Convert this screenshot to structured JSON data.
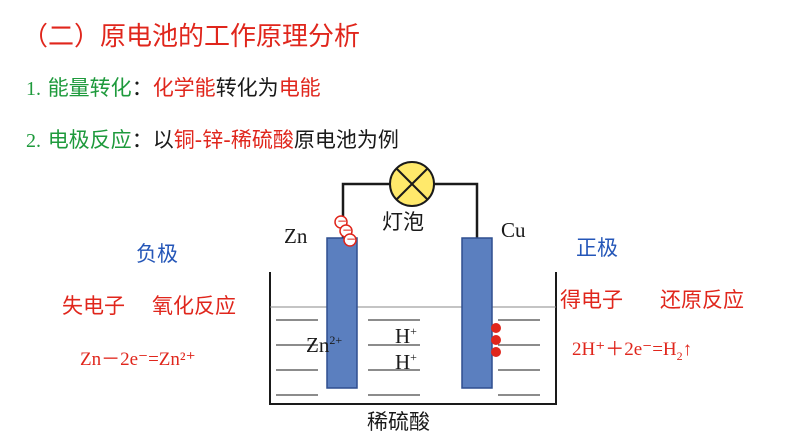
{
  "title": "（二）原电池的工作原理分析",
  "item1": {
    "number": "1.",
    "label": "能量转化",
    "colon": "：",
    "from": "化学能",
    "middle": "转化为",
    "to": "电能"
  },
  "item2": {
    "number": "2.",
    "label": "电极反应",
    "colon": "：",
    "prefix": "以",
    "example": "铜-锌-稀硫酸",
    "suffix": "原电池为例"
  },
  "diagram": {
    "bulb_label": "灯泡",
    "zn_label": "Zn",
    "cu_label": "Cu",
    "solution_label": "稀硫酸",
    "zn_ion": "Zn",
    "zn_ion_charge": "2+",
    "h_ion": "H",
    "h_ion_charge": "+",
    "electron_sign": "−"
  },
  "left": {
    "pole": "负极",
    "process": "失电子",
    "reaction_type": "氧化反应",
    "equation": "Zn－2e⁻=Zn²⁺"
  },
  "right": {
    "pole": "正极",
    "process": "得电子",
    "reaction_type": "还原反应",
    "equation_a": "2H⁺＋2e⁻=H",
    "equation_sub": "2",
    "equation_arrow": "↑"
  },
  "colors": {
    "red": "#e0261c",
    "green": "#1e9a3c",
    "blue": "#2456b8",
    "electrode": "#5b7fbf",
    "bulb": "#ffe96b"
  }
}
